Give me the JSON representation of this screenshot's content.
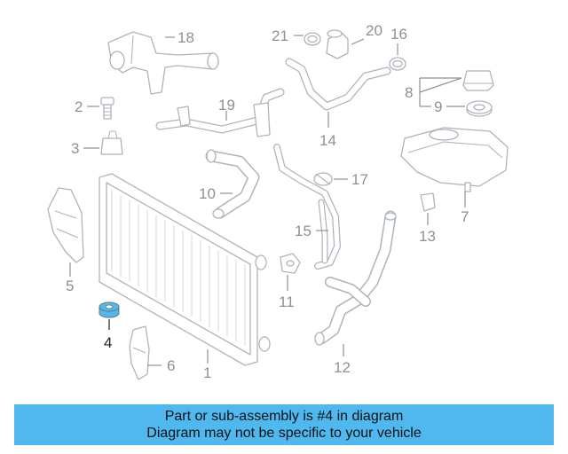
{
  "diagram": {
    "highlight_color": "#4fb8ee",
    "callouts": [
      {
        "id": "1",
        "label": "1"
      },
      {
        "id": "2",
        "label": "2"
      },
      {
        "id": "3",
        "label": "3"
      },
      {
        "id": "4",
        "label": "4",
        "highlighted": true
      },
      {
        "id": "5",
        "label": "5"
      },
      {
        "id": "6",
        "label": "6"
      },
      {
        "id": "7",
        "label": "7"
      },
      {
        "id": "8",
        "label": "8"
      },
      {
        "id": "9",
        "label": "9"
      },
      {
        "id": "10",
        "label": "10"
      },
      {
        "id": "11",
        "label": "11"
      },
      {
        "id": "12",
        "label": "12"
      },
      {
        "id": "13",
        "label": "13"
      },
      {
        "id": "14",
        "label": "14"
      },
      {
        "id": "15",
        "label": "15"
      },
      {
        "id": "16",
        "label": "16"
      },
      {
        "id": "17",
        "label": "17"
      },
      {
        "id": "18",
        "label": "18"
      },
      {
        "id": "19",
        "label": "19"
      },
      {
        "id": "20",
        "label": "20"
      },
      {
        "id": "21",
        "label": "21"
      }
    ]
  },
  "banner": {
    "line1": "Part or sub-assembly is #4 in diagram",
    "line2": "Diagram may not be specific to your vehicle",
    "background": "#4fb8ee"
  }
}
